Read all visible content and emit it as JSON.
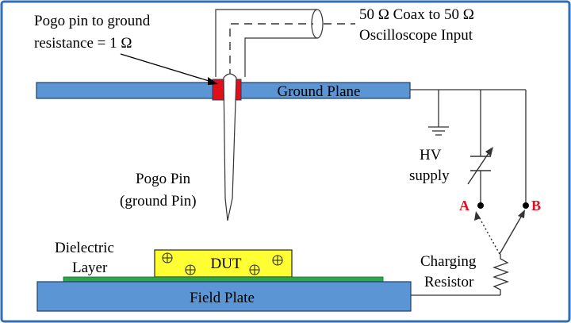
{
  "labels": {
    "pogo_resistance_line1": "Pogo pin to ground",
    "pogo_resistance_line2": "resistance = 1 Ω",
    "coax_line1": "50 Ω Coax to 50 Ω",
    "coax_line2": "Oscilloscope Input",
    "ground_plane": "Ground Plane",
    "pogo_pin_line1": "Pogo Pin",
    "pogo_pin_line2": "(ground Pin)",
    "hv_line1": "HV",
    "hv_line2": "supply",
    "switch_a": "A",
    "switch_b": "B",
    "dielectric_line1": "Dielectric",
    "dielectric_line2": "Layer",
    "dut": "DUT",
    "charging_line1": "Charging",
    "charging_line2": "Resistor",
    "field_plate": "Field Plate"
  },
  "colors": {
    "frame": "#2f6fb2",
    "plate_fill": "#5b95d3",
    "plate_stroke": "#1f3f66",
    "contact_red": "#e0101a",
    "dut_fill": "#ffff33",
    "dielectric_green": "#2aa84a",
    "switch_label": "#e01020"
  },
  "icons": [
    "ground-symbol-icon",
    "variable-capacitor-icon",
    "resistor-zigzag-icon"
  ]
}
